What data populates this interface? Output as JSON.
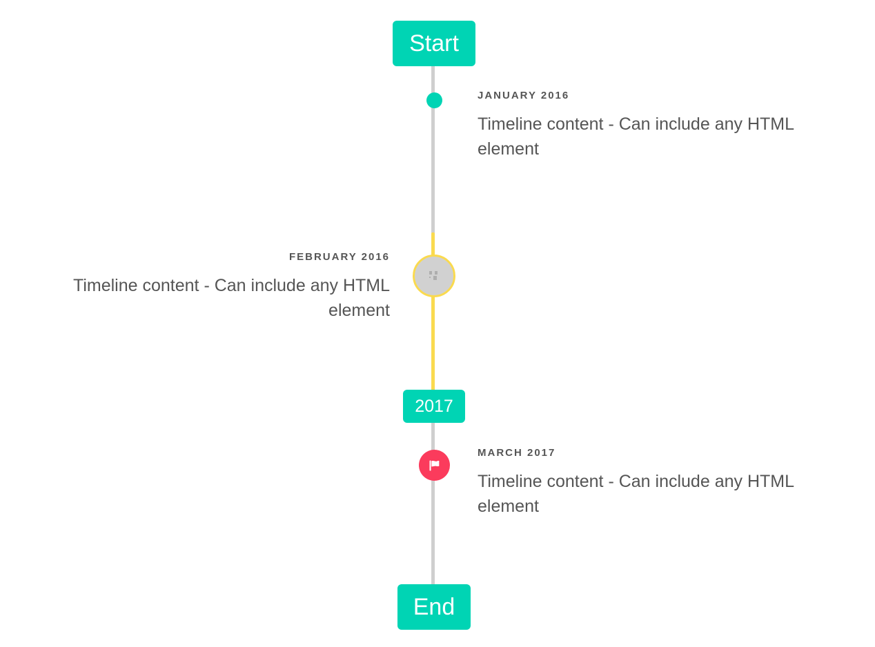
{
  "timeline": {
    "start_label": "Start",
    "mid_label": "2017",
    "end_label": "End",
    "colors": {
      "accent_teal": "#00d4b4",
      "line_gray": "#cfcfcf",
      "line_yellow": "#fada4f",
      "marker_pink": "#fb3b5c",
      "marker_gray": "#d1d1d1",
      "text": "#555555",
      "background": "#ffffff"
    },
    "entries": [
      {
        "date": "January 2016",
        "body": "Timeline content - Can include any HTML element",
        "side": "right",
        "marker": "dot-icon"
      },
      {
        "date": "February 2016",
        "body": "Timeline content - Can include any HTML element",
        "side": "left",
        "marker": "broken-image-icon"
      },
      {
        "date": "March 2017",
        "body": "Timeline content - Can include any HTML element",
        "side": "right",
        "marker": "flag-icon"
      }
    ]
  }
}
